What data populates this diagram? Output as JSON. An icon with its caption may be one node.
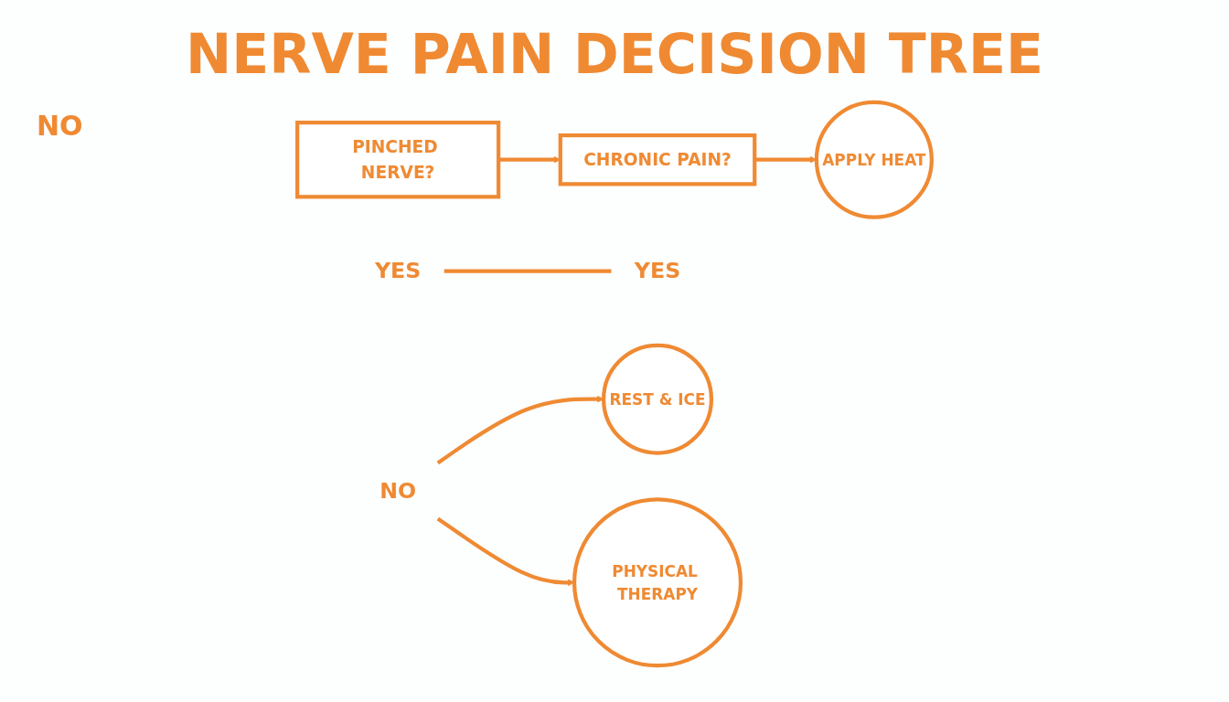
{
  "diagram": {
    "title": "NERVE PAIN DECISION TREE",
    "nodes": [
      {
        "text": [
          "PINCHED NERVE?"
        ]
      },
      {
        "text": [
          "CHRONIC PAIN?"
        ]
      },
      {
        "text": [
          "YES"
        ]
      },
      {
        "text": [
          "YES"
        ]
      },
      {
        "text": [
          "APPLY HEAT"
        ]
      },
      {
        "text": [
          "NO"
        ]
      },
      {
        "text": [
          "REST & ICE"
        ]
      },
      {
        "text": [
          "PHYSICAL THERAPY"
        ]
      }
    ],
    "edges": [
      {
        "from": 0,
        "to": 1,
        "arrow": "to"
      },
      {
        "from": 1,
        "to": 4,
        "arrow": "to"
      },
      {
        "from": 2,
        "to": 3,
        "arrow": "none"
      },
      {
        "from": 5,
        "to": 6,
        "arrow": "to"
      },
      {
        "from": 5,
        "to": 7,
        "arrow": "to"
      }
    ],
    "labels": [
      "NO"
    ]
  }
}
